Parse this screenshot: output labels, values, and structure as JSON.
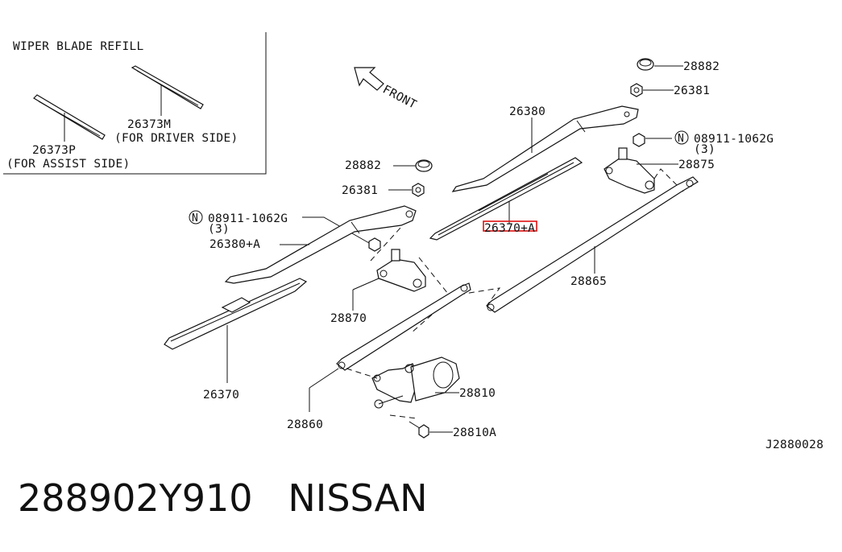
{
  "refill_box": {
    "title": "WIPER BLADE REFILL",
    "driver_part": "26373M",
    "driver_note": "(FOR DRIVER SIDE)",
    "assist_part": "26373P",
    "assist_note": "(FOR ASSIST SIDE)"
  },
  "front_label": "FRONT",
  "labels": {
    "cap_right": "28882",
    "nut_right": "26381",
    "arm_right": "26380",
    "nut_n_right": "08911-1062G",
    "qty_right": "(3)",
    "pivot_right": "28875",
    "cap_left": "28882",
    "nut_left": "26381",
    "nut_n_left": "08911-1062G",
    "qty_left": "(3)",
    "arm_left": "26380+A",
    "blade_right": "26370+A",
    "link_right": "28865",
    "pivot_left": "28870",
    "blade_left": "26370",
    "motor": "28810",
    "link_left": "28860",
    "bolt": "28810A",
    "n_symbol": "N"
  },
  "drawing_code": "J2880028",
  "footer": {
    "part_number": "288902Y910",
    "brand": "NISSAN"
  },
  "colors": {
    "highlight": "#e01010",
    "line": "#111111"
  }
}
